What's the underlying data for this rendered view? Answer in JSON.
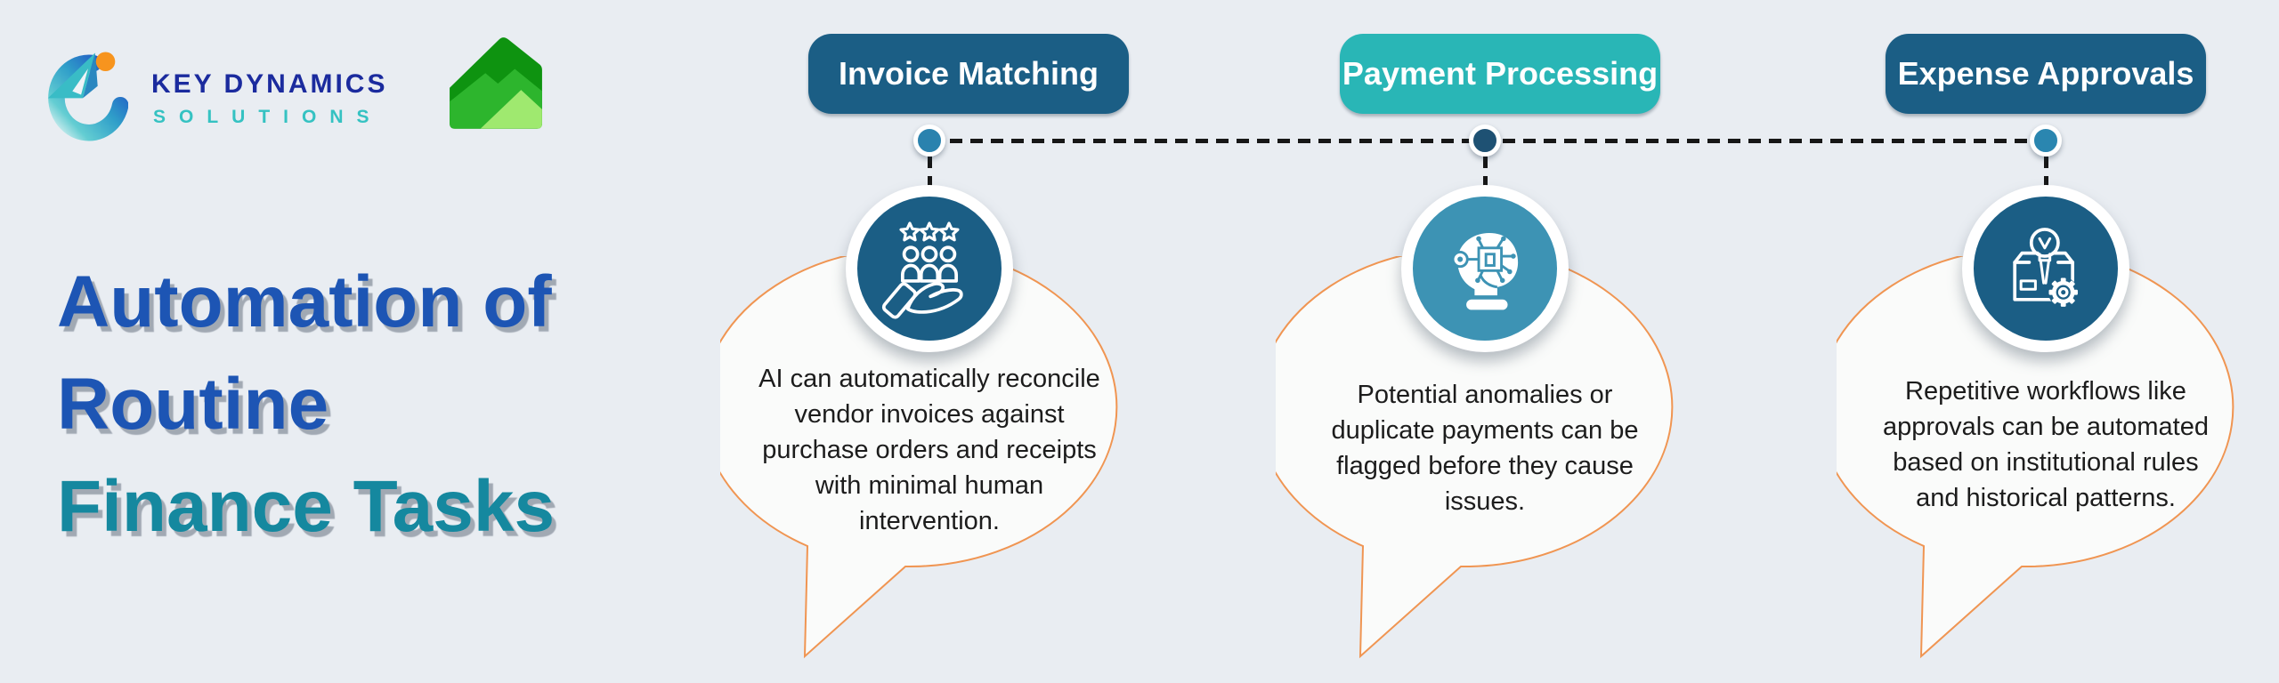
{
  "page": {
    "background_color": "#e9edf2"
  },
  "brand": {
    "name": "KEY DYNAMICS",
    "subname": "SOLUTIONS",
    "name_color": "#1b2b9e",
    "subname_color": "#35c2c2",
    "logo_icon": "swirl-paper-plane-icon",
    "partner_logo_icon": "green-house-mountain-icon"
  },
  "title": {
    "line1": "Automation of",
    "line2": "Routine",
    "line3": "Finance Tasks",
    "primary_color": "#1d55b4",
    "accent_color": "#15889f"
  },
  "timeline": {
    "connector_style": "black-dashed",
    "dot_colors": [
      "#2a82ae",
      "#1e5173",
      "#2a86b0"
    ]
  },
  "bubble_style": {
    "fill": "#fafbfa",
    "outline_color": "#f09552"
  },
  "columns": [
    {
      "label": "Invoice Matching",
      "pill_color": "#1b5e85",
      "icon": "hand-people-stars-icon",
      "icon_circle_color": "#1b5e85",
      "description": "AI can automatically reconcile\nvendor invoices against\npurchase orders and receipts\nwith minimal human\nintervention."
    },
    {
      "label": "Payment Processing",
      "pill_color": "#29b6b6",
      "icon": "ai-robot-head-icon",
      "icon_circle_color": "#3d93b4",
      "description": "Potential anomalies or\nduplicate payments can be\nflagged before they cause\nissues."
    },
    {
      "label": "Expense Approvals",
      "pill_color": "#1b5e85",
      "icon": "box-bulb-gear-icon",
      "icon_circle_color": "#1b5e85",
      "description": "Repetitive workflows like\napprovals can be automated\nbased on institutional rules\nand historical patterns."
    }
  ]
}
